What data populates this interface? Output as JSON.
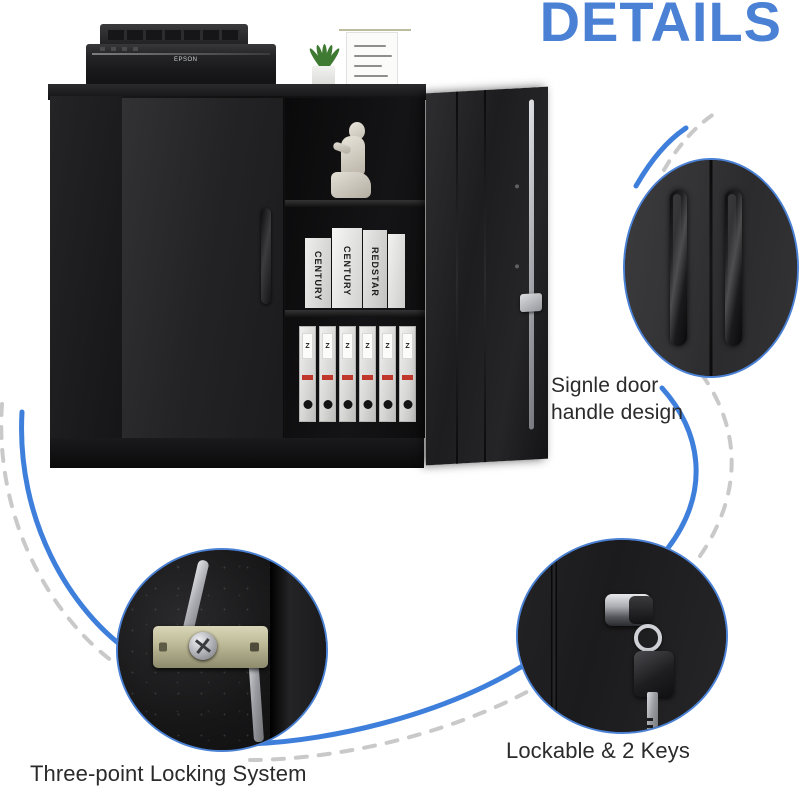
{
  "page": {
    "title": "DETAILS",
    "accent_blue": "#4a81d4",
    "caption_color": "#2b2b2b",
    "background": "#ffffff"
  },
  "captions": {
    "handle_design": "Signle door\nhandle design",
    "lockable": "Lockable & 2 Keys",
    "three_point": "Three-point Locking System"
  },
  "product": {
    "name": "black-metal-storage-cabinet",
    "printer_brand": "EPSON",
    "books": [
      {
        "label": "CENTURY"
      },
      {
        "label": "CENTURY"
      },
      {
        "label": "REDSTAR"
      },
      {
        "label": ""
      }
    ],
    "binders": [
      {
        "label": "Z"
      },
      {
        "label": "Z"
      },
      {
        "label": "Z"
      },
      {
        "label": "Z"
      },
      {
        "label": "Z"
      },
      {
        "label": "Z"
      }
    ],
    "binder_accent": "#c0372b"
  },
  "details": {
    "handle_bubble": "double-bar-door-handles",
    "lock_bubble": "chrome-lock-cylinder-with-key",
    "three_point_bubble": "three-point-locking-cam-and-rods"
  }
}
